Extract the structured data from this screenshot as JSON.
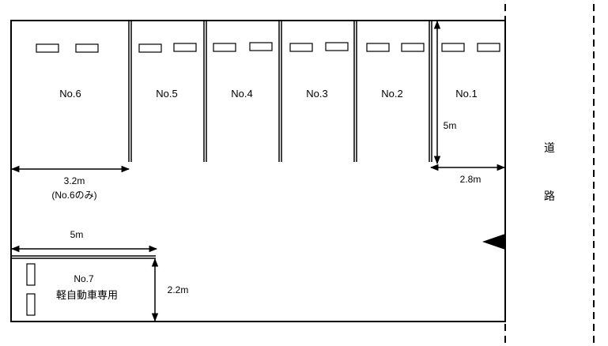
{
  "spaces": [
    {
      "label": "No.6"
    },
    {
      "label": "No.5"
    },
    {
      "label": "No.4"
    },
    {
      "label": "No.3"
    },
    {
      "label": "No.2"
    },
    {
      "label": "No.1"
    }
  ],
  "dimensions": {
    "no6_width": "3.2m",
    "no6_note": "(No.6のみ)",
    "space_depth": "5m",
    "no1_width": "2.8m",
    "lot7_length": "5m",
    "lot7_width": "2.2m"
  },
  "lot7": {
    "label": "No.7",
    "note": "軽自動車専用"
  },
  "road": {
    "char1": "道",
    "char2": "路"
  }
}
